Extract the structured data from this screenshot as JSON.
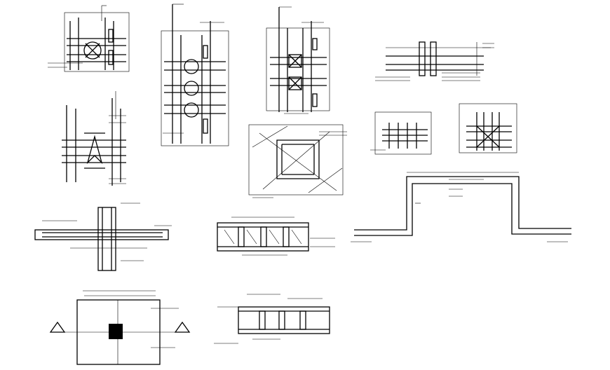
{
  "colors": {
    "ink": "#000000",
    "paper": "#ffffff"
  },
  "details": [
    {
      "id": "column-rebar-detail-1"
    },
    {
      "id": "column-rebar-detail-2"
    },
    {
      "id": "column-rebar-detail-3"
    },
    {
      "id": "column-rebar-detail-4"
    },
    {
      "id": "diagonal-slab-opening-detail"
    },
    {
      "id": "beam-section-detail-right"
    },
    {
      "id": "slab-mesh-detail-1"
    },
    {
      "id": "slab-mesh-detail-2"
    },
    {
      "id": "stepped-slab-section"
    },
    {
      "id": "beam-column-junction-section"
    },
    {
      "id": "beam-stirrup-elevation-1"
    },
    {
      "id": "footing-plan-detail"
    },
    {
      "id": "beam-stirrup-elevation-2"
    }
  ]
}
